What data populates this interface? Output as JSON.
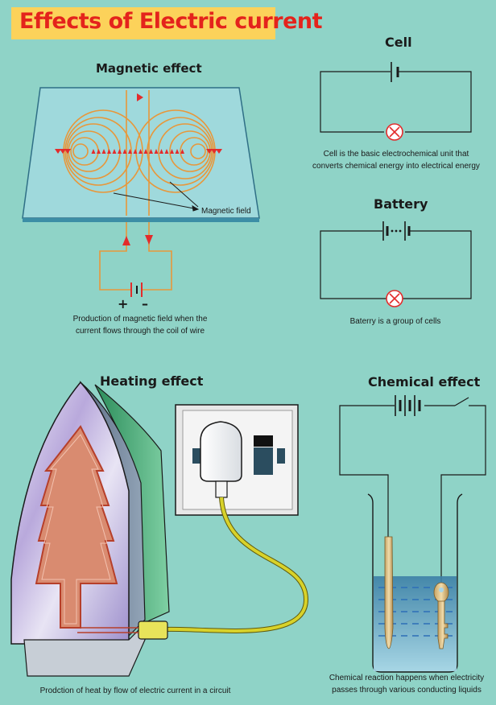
{
  "page": {
    "title": "Effects of Electric current"
  },
  "magnetic": {
    "heading": "Magnetic effect",
    "field_label": "Magnetic field",
    "caption_line1": "Production of magnetic field when the",
    "caption_line2": "current flows through the coil of wire",
    "plus_sign": "+",
    "minus_sign": "–"
  },
  "cell": {
    "heading": "Cell",
    "caption_line1": "Cell is the basic electrochemical unit that",
    "caption_line2": "converts chemical energy into electrical energy"
  },
  "battery": {
    "heading": "Battery",
    "caption": "Baterry is a group of cells"
  },
  "heating": {
    "heading": "Heating effect",
    "caption": "Prodction of heat by flow of electric current in a circuit"
  },
  "chemical": {
    "heading": "Chemical effect",
    "caption_line1": "Chemical reaction happens when electricity",
    "caption_line2": "passes through various conducting liquids"
  },
  "colors": {
    "background": "#8fd3c7",
    "title_bg": "#fcd25a",
    "title_text": "#e4231c",
    "coil": "#e8973a",
    "arrow": "#e32b2b"
  }
}
